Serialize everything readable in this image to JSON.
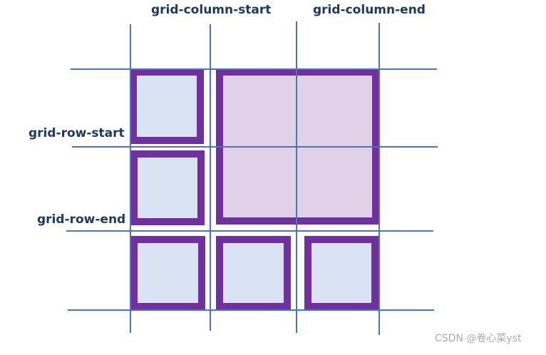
{
  "labels": {
    "grid_column_start": "grid-column-start",
    "grid_column_end": "grid-column-end",
    "grid_row_start": "grid-row-start",
    "grid_row_end": "grid-row-end"
  },
  "watermark": "CSDN @卷心菜yst",
  "colors": {
    "grid_line": "#4a74c0",
    "cell_border": "#7030a0",
    "cell_fill": "#dae3f3",
    "spanned_fill": "#e0d0e8",
    "label_text": "#1f3864",
    "watermark": "#aaaaaa"
  }
}
